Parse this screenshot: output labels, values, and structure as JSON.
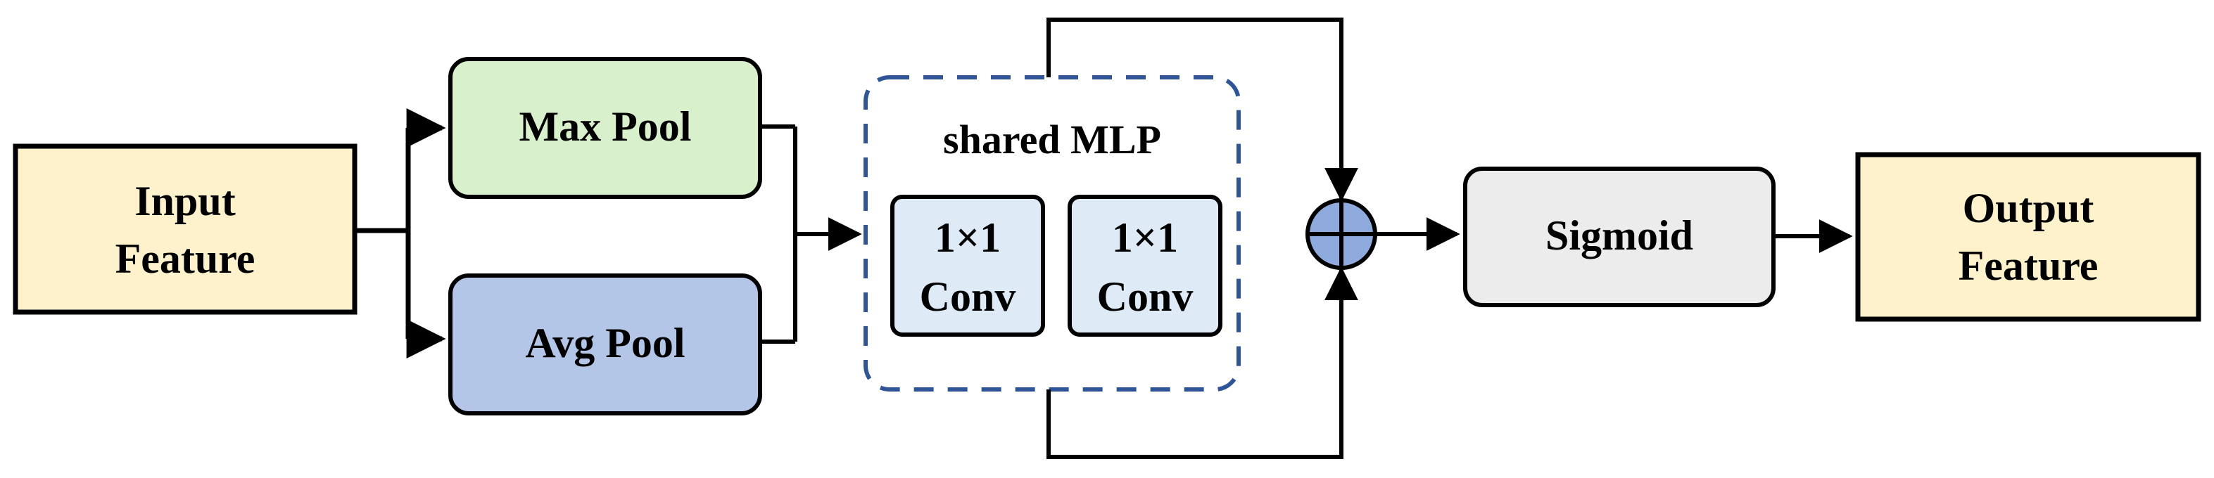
{
  "colors": {
    "input_fill": "#fdf2cc",
    "output_fill": "#fdf2cc",
    "maxpool_fill": "#d9f0cc",
    "avgpool_fill": "#b4c6e7",
    "conv_fill": "#deebf7",
    "sigmoid_fill": "#ececec",
    "mlp_border": "#2f5597",
    "adder_fill": "#8faadc",
    "stroke": "#000000"
  },
  "nodes": {
    "input": {
      "line1": "Input",
      "line2": "Feature"
    },
    "max_pool": {
      "label": "Max Pool"
    },
    "avg_pool": {
      "label": "Avg Pool"
    },
    "shared_mlp": {
      "title": "shared MLP",
      "conv1": {
        "line1": "1×1",
        "line2": "Conv"
      },
      "conv2": {
        "line1": "1×1",
        "line2": "Conv"
      }
    },
    "adder": {
      "icon": "circle-plus-icon"
    },
    "sigmoid": {
      "label": "Sigmoid"
    },
    "output": {
      "line1": "Output",
      "line2": "Feature"
    }
  }
}
